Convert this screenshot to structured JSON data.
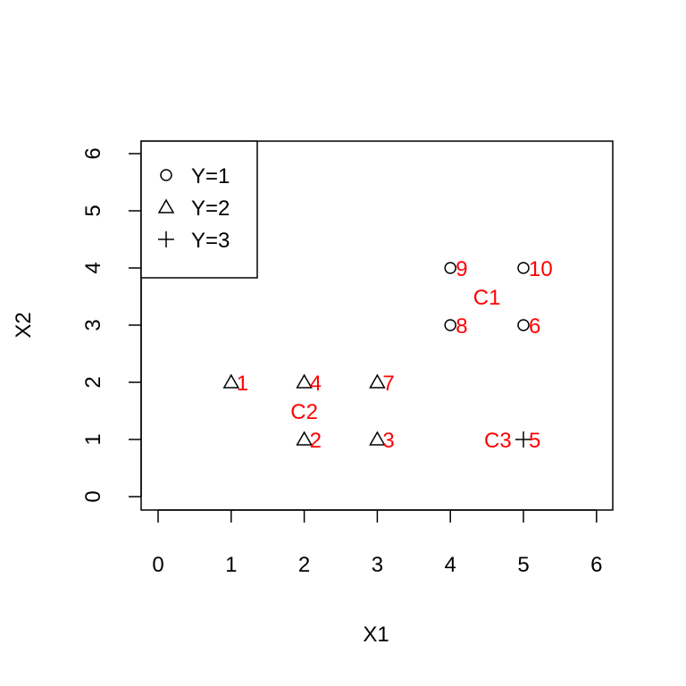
{
  "chart_data": {
    "type": "scatter",
    "title": "",
    "xlabel": "X1",
    "ylabel": "X2",
    "xlim": [
      0,
      6
    ],
    "ylim": [
      0,
      6
    ],
    "x_ticks": [
      "0",
      "1",
      "2",
      "3",
      "4",
      "5",
      "6"
    ],
    "y_ticks": [
      "0",
      "1",
      "2",
      "3",
      "4",
      "5",
      "6"
    ],
    "grid": false,
    "legend": {
      "placement": "top-left",
      "entries": [
        {
          "label": "Y=1",
          "marker": "circle"
        },
        {
          "label": "Y=2",
          "marker": "triangle"
        },
        {
          "label": "Y=3",
          "marker": "plus"
        }
      ]
    },
    "points": [
      {
        "x": 1,
        "y": 2,
        "class": "Y=2",
        "marker": "triangle",
        "label": "1"
      },
      {
        "x": 2,
        "y": 1,
        "class": "Y=2",
        "marker": "triangle",
        "label": "2"
      },
      {
        "x": 3,
        "y": 1,
        "class": "Y=2",
        "marker": "triangle",
        "label": "3"
      },
      {
        "x": 2,
        "y": 2,
        "class": "Y=2",
        "marker": "triangle",
        "label": "4"
      },
      {
        "x": 5,
        "y": 1,
        "class": "Y=3",
        "marker": "plus",
        "label": "5"
      },
      {
        "x": 5,
        "y": 3,
        "class": "Y=1",
        "marker": "circle",
        "label": "6"
      },
      {
        "x": 3,
        "y": 2,
        "class": "Y=2",
        "marker": "triangle",
        "label": "7"
      },
      {
        "x": 4,
        "y": 3,
        "class": "Y=1",
        "marker": "circle",
        "label": "8"
      },
      {
        "x": 4,
        "y": 4,
        "class": "Y=1",
        "marker": "circle",
        "label": "9"
      },
      {
        "x": 5,
        "y": 4,
        "class": "Y=1",
        "marker": "circle",
        "label": "10"
      }
    ],
    "annotations": [
      {
        "text": "C1",
        "x": 4.5,
        "y": 3.5
      },
      {
        "text": "C2",
        "x": 2.0,
        "y": 1.5
      },
      {
        "text": "C3",
        "x": 4.65,
        "y": 1.0
      }
    ],
    "colors": {
      "markers": "#000000",
      "labels": "#ff0000"
    }
  }
}
